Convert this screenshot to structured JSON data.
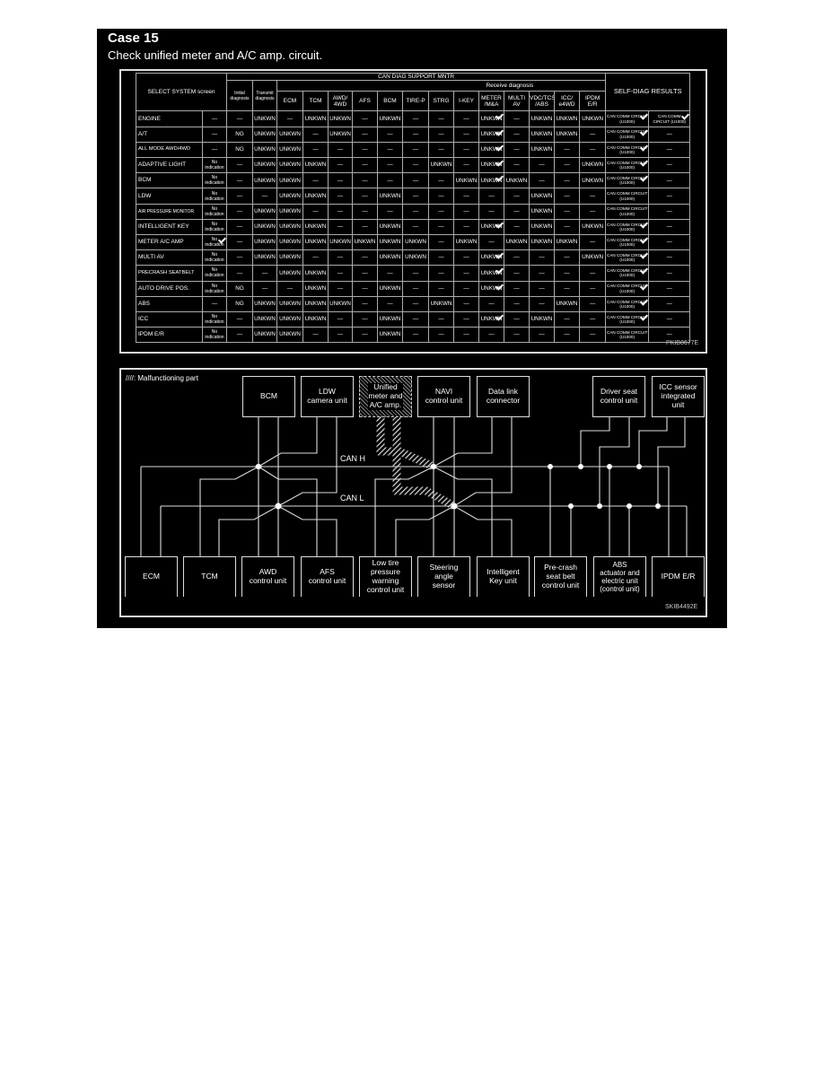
{
  "title": "Case 15",
  "subtitle": "Check unified meter and A/C amp. circuit.",
  "table": {
    "header_select": "SELECT SYSTEM screen",
    "header_can": "CAN DIAG SUPPORT MNTR",
    "header_self": "SELF-DIAG RESULTS",
    "header_initial": "Initial diagnosis",
    "header_transmit": "Transmit diagnosis",
    "header_receive": "Receive diagnosis",
    "receive_columns": [
      "ECM",
      "TCM",
      "AWD/ 4WD",
      "AFS",
      "BCM",
      "TIRE-P",
      "STRG",
      "I-KEY",
      "METER /M&A",
      "MULTI AV",
      "VDC/TCS /ABS",
      "ICC/ e4WD",
      "IPDM E/R"
    ],
    "rows": [
      {
        "name": "ENGINE",
        "cells": [
          "—",
          "—",
          "UNKWN",
          "—",
          "UNKWN",
          "UNKWN",
          "—",
          "UNKWN",
          "—",
          "—",
          "—",
          "UNKWN",
          "—",
          "UNKWN",
          "UNKWN",
          "UNKWN"
        ],
        "self_diag": [
          "CAN COMM CIRCUIT (U1000)",
          "CAN COMM CIRCUIT (U1000)"
        ],
        "checks": [
          11,
          16,
          17
        ]
      },
      {
        "name": "A/T",
        "cells": [
          "—",
          "NG",
          "UNKWN",
          "UNKWN",
          "—",
          "UNKWN",
          "—",
          "—",
          "—",
          "—",
          "—",
          "UNKWN",
          "—",
          "UNKWN",
          "UNKWN",
          "—"
        ],
        "self_diag": [
          "CAN COMM CIRCUIT (U1000)",
          "—"
        ],
        "checks": [
          11,
          16
        ]
      },
      {
        "name": "ALL MODE AWD/4WD",
        "cells": [
          "—",
          "NG",
          "UNKWN",
          "UNKWN",
          "—",
          "—",
          "—",
          "—",
          "—",
          "—",
          "—",
          "UNKWN",
          "—",
          "UNKWN",
          "—",
          "—"
        ],
        "self_diag": [
          "CAN COMM CIRCUIT (U1000)",
          "—"
        ],
        "checks": [
          11,
          16
        ]
      },
      {
        "name": "ADAPTIVE LIGHT",
        "cells": [
          "No indication",
          "—",
          "UNKWN",
          "UNKWN",
          "UNKWN",
          "—",
          "—",
          "—",
          "—",
          "UNKWN",
          "—",
          "UNKWN",
          "—",
          "—",
          "—",
          "UNKWN"
        ],
        "self_diag": [
          "CAN COMM CIRCUIT (U1000)",
          "—"
        ],
        "checks": [
          11,
          16
        ]
      },
      {
        "name": "BCM",
        "cells": [
          "No indication",
          "—",
          "UNKWN",
          "UNKWN",
          "—",
          "—",
          "—",
          "—",
          "—",
          "—",
          "UNKWN",
          "UNKWN",
          "UNKWN",
          "—",
          "—",
          "UNKWN"
        ],
        "self_diag": [
          "CAN COMM CIRCUIT (U1000)",
          "—"
        ],
        "checks": [
          11,
          16
        ]
      },
      {
        "name": "LDW",
        "cells": [
          "No indication",
          "—",
          "—",
          "UNKWN",
          "UNKWN",
          "—",
          "—",
          "UNKWN",
          "—",
          "—",
          "—",
          "—",
          "—",
          "UNKWN",
          "—",
          "—"
        ],
        "self_diag": [
          "CAN COMM CIRCUIT (U1000)",
          "—"
        ],
        "checks": []
      },
      {
        "name": "AIR PRESSURE MONITOR",
        "cells": [
          "No indication",
          "—",
          "UNKWN",
          "UNKWN",
          "—",
          "—",
          "—",
          "—",
          "—",
          "—",
          "—",
          "—",
          "—",
          "UNKWN",
          "—",
          "—"
        ],
        "self_diag": [
          "CAN COMM CIRCUIT (U1000)",
          "—"
        ],
        "checks": []
      },
      {
        "name": "INTELLIGENT KEY",
        "cells": [
          "No indication",
          "—",
          "UNKWN",
          "UNKWN",
          "UNKWN",
          "—",
          "—",
          "UNKWN",
          "—",
          "—",
          "—",
          "UNKWN",
          "—",
          "UNKWN",
          "—",
          "UNKWN"
        ],
        "self_diag": [
          "CAN COMM CIRCUIT (U1000)",
          "—"
        ],
        "checks": [
          11,
          16
        ]
      },
      {
        "name": "METER A/C AMP",
        "cells": [
          "No indication",
          "—",
          "UNKWN",
          "UNKWN",
          "UNKWN",
          "UNKWN",
          "UNKWN",
          "UNKWN",
          "UNKWN",
          "—",
          "UNKWN",
          "—",
          "UNKWN",
          "UNKWN",
          "UNKWN",
          "—"
        ],
        "self_diag": [
          "CAN COMM CIRCUIT (U1000)",
          "—"
        ],
        "checks": [
          0,
          16
        ]
      },
      {
        "name": "MULTI AV",
        "cells": [
          "No indication",
          "—",
          "UNKWN",
          "UNKWN",
          "—",
          "—",
          "—",
          "UNKWN",
          "UNKWN",
          "—",
          "—",
          "UNKWN",
          "—",
          "—",
          "—",
          "UNKWN"
        ],
        "self_diag": [
          "CAN COMM CIRCUIT (U1000)",
          "—"
        ],
        "checks": [
          11,
          16
        ]
      },
      {
        "name": "PRECRASH SEATBELT",
        "cells": [
          "No indication",
          "—",
          "—",
          "UNKWN",
          "UNKWN",
          "—",
          "—",
          "—",
          "—",
          "—",
          "—",
          "UNKWN",
          "—",
          "—",
          "—",
          "—"
        ],
        "self_diag": [
          "CAN COMM CIRCUIT (U1000)",
          "—"
        ],
        "checks": [
          11,
          16
        ]
      },
      {
        "name": "AUTO DRIVE POS.",
        "cells": [
          "No indication",
          "NG",
          "—",
          "—",
          "UNKWN",
          "—",
          "—",
          "UNKWN",
          "—",
          "—",
          "—",
          "UNKWN",
          "—",
          "—",
          "—",
          "—"
        ],
        "self_diag": [
          "CAN COMM CIRCUIT (U1000)",
          "—"
        ],
        "checks": [
          11,
          16
        ]
      },
      {
        "name": "ABS",
        "cells": [
          "—",
          "NG",
          "UNKWN",
          "UNKWN",
          "UNKWN",
          "UNKWN",
          "—",
          "—",
          "—",
          "UNKWN",
          "—",
          "—",
          "—",
          "—",
          "UNKWN",
          "—"
        ],
        "self_diag": [
          "CAN COMM CIRCUIT (U1000)",
          "—"
        ],
        "checks": [
          16
        ]
      },
      {
        "name": "ICC",
        "cells": [
          "No indication",
          "—",
          "UNKWN",
          "UNKWN",
          "UNKWN",
          "—",
          "—",
          "UNKWN",
          "—",
          "—",
          "—",
          "UNKWN",
          "—",
          "UNKWN",
          "—",
          "—"
        ],
        "self_diag": [
          "CAN COMM CIRCUIT (U1000)",
          "—"
        ],
        "checks": [
          11,
          16
        ]
      },
      {
        "name": "IPDM E/R",
        "cells": [
          "No indication",
          "—",
          "UNKWN",
          "UNKWN",
          "—",
          "—",
          "—",
          "UNKWN",
          "—",
          "—",
          "—",
          "—",
          "—",
          "—",
          "—",
          "—"
        ],
        "self_diag": [
          "CAN COMM CIRCUIT (U1000)",
          "—"
        ],
        "checks": []
      }
    ],
    "code": "PKIB8677E"
  },
  "diagram": {
    "legend": "////: Malfunctioning part",
    "can_h": "CAN H",
    "can_l": "CAN L",
    "code": "SKIB4492E",
    "top_units": {
      "bcm": "BCM",
      "ldw": "LDW\ncamera unit",
      "meter": "Unified\nmeter and\nA/C amp.",
      "navi": "NAVI\ncontrol unit",
      "dlc": "Data link\nconnector",
      "driver_seat": "Driver seat\ncontrol unit",
      "icc_sensor": "ICC sensor\nintegrated\nunit"
    },
    "bottom_units": {
      "ecm": "ECM",
      "tcm": "TCM",
      "awd": "AWD\ncontrol unit",
      "afs": "AFS\ncontrol unit",
      "tire": "Low tire\npressure\nwarning\ncontrol unit",
      "steering": "Steering\nangle\nsensor",
      "ikey": "Intelligent\nKey unit",
      "precrash": "Pre-crash\nseat belt\ncontrol unit",
      "abs": "ABS\nactuator and\nelectric unit\n(control unit)",
      "ipdm": "IPDM E/R"
    },
    "malfunctioning_unit": "meter"
  }
}
